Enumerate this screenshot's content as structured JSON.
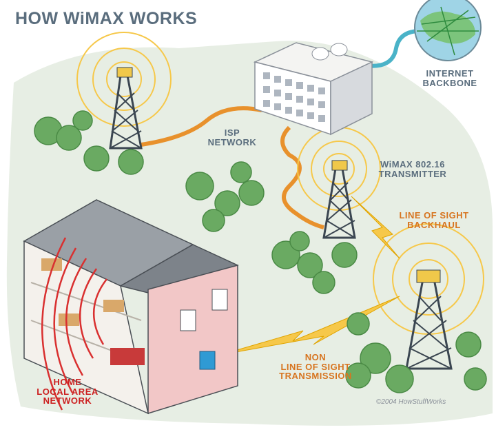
{
  "title": "HOW WiMAX WORKS",
  "labels": {
    "internet_backbone": [
      "INTERNET",
      "BACKBONE"
    ],
    "isp_network": [
      "ISP",
      "NETWORK"
    ],
    "wimax_transmitter": [
      "WiMAX 802.16",
      "TRANSMITTER"
    ],
    "line_of_sight_backhaul": [
      "LINE OF SIGHT",
      "BACKHAUL"
    ],
    "non_line_of_sight": [
      "NON",
      "LINE OF SIGHT",
      "TRANSMISSION"
    ],
    "home_lan": [
      "HOME",
      "LOCAL AREA",
      "NETWORK"
    ]
  },
  "copyright": "©2004 HowStuffWorks",
  "colors": {
    "label_gray": "#5a6d7d",
    "label_orange": "#d7741f",
    "label_red": "#cc1f1f",
    "ground": "#e7eee4",
    "cable": "#e8912c",
    "signal": "#f6c84a",
    "tree": "#6aaa62"
  }
}
